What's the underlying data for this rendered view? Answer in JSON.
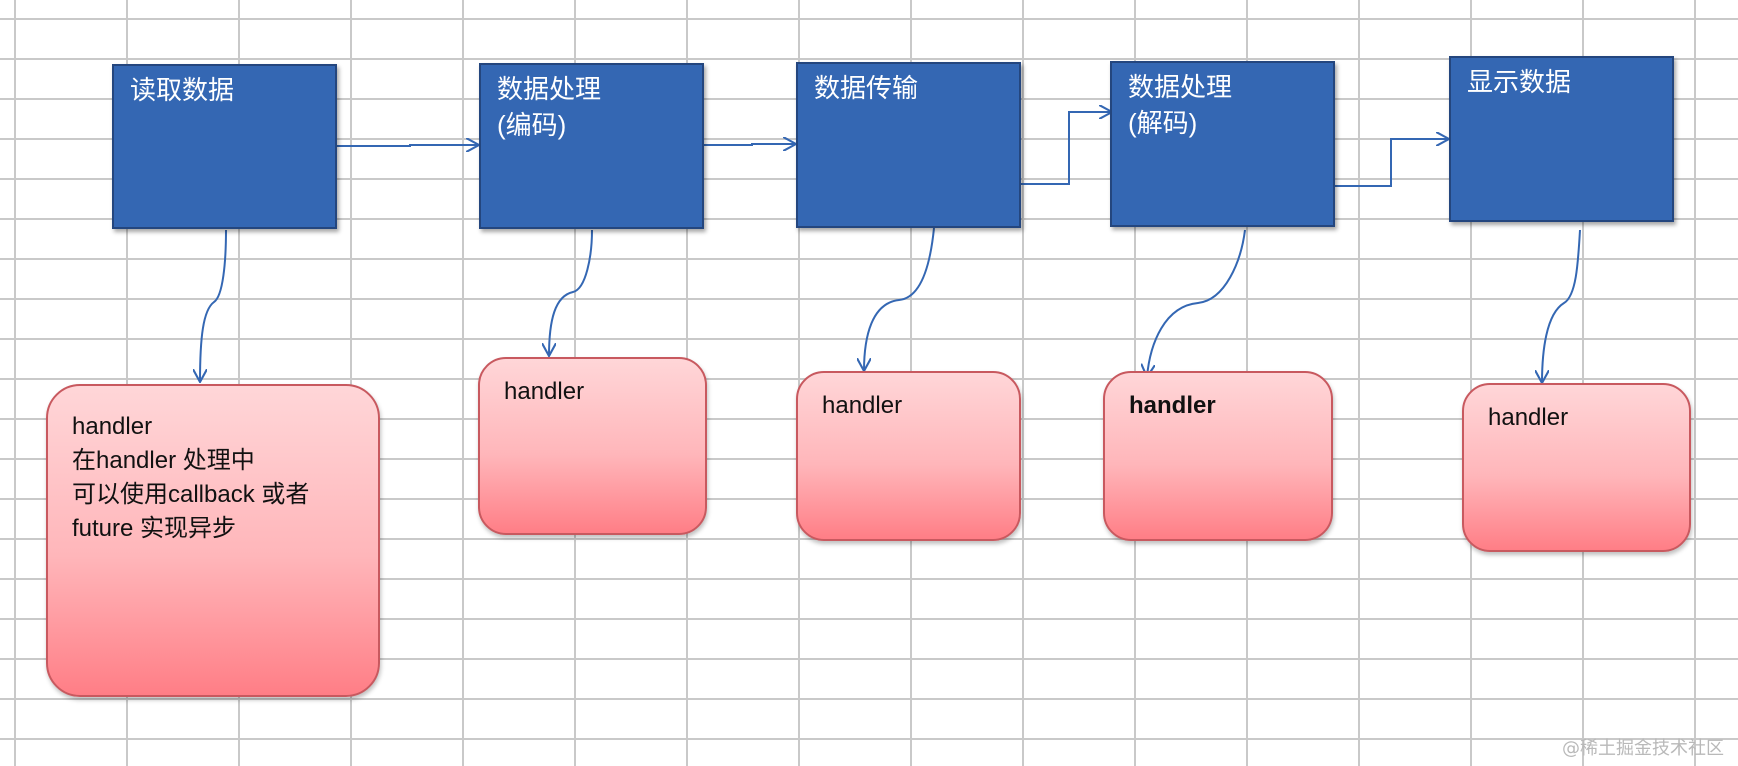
{
  "steps": [
    {
      "lines": [
        "读取数据"
      ]
    },
    {
      "lines": [
        "数据处理",
        "(编码)"
      ]
    },
    {
      "lines": [
        "数据传输"
      ]
    },
    {
      "lines": [
        "数据处理",
        "(解码)"
      ]
    },
    {
      "lines": [
        "显示数据"
      ]
    }
  ],
  "handlers": [
    {
      "lines": [
        "handler",
        "在handler 处理中",
        "可以使用callback 或者",
        "future 实现异步"
      ]
    },
    {
      "lines": [
        "handler"
      ]
    },
    {
      "lines": [
        "handler"
      ]
    },
    {
      "lines": [
        "handler"
      ]
    },
    {
      "lines": [
        "handler"
      ]
    }
  ],
  "watermark": "@稀土掘金技术社区",
  "colors": {
    "step_fill": "#3467b3",
    "handler_fill": "#ff9ea4",
    "connector": "#3467b3"
  }
}
